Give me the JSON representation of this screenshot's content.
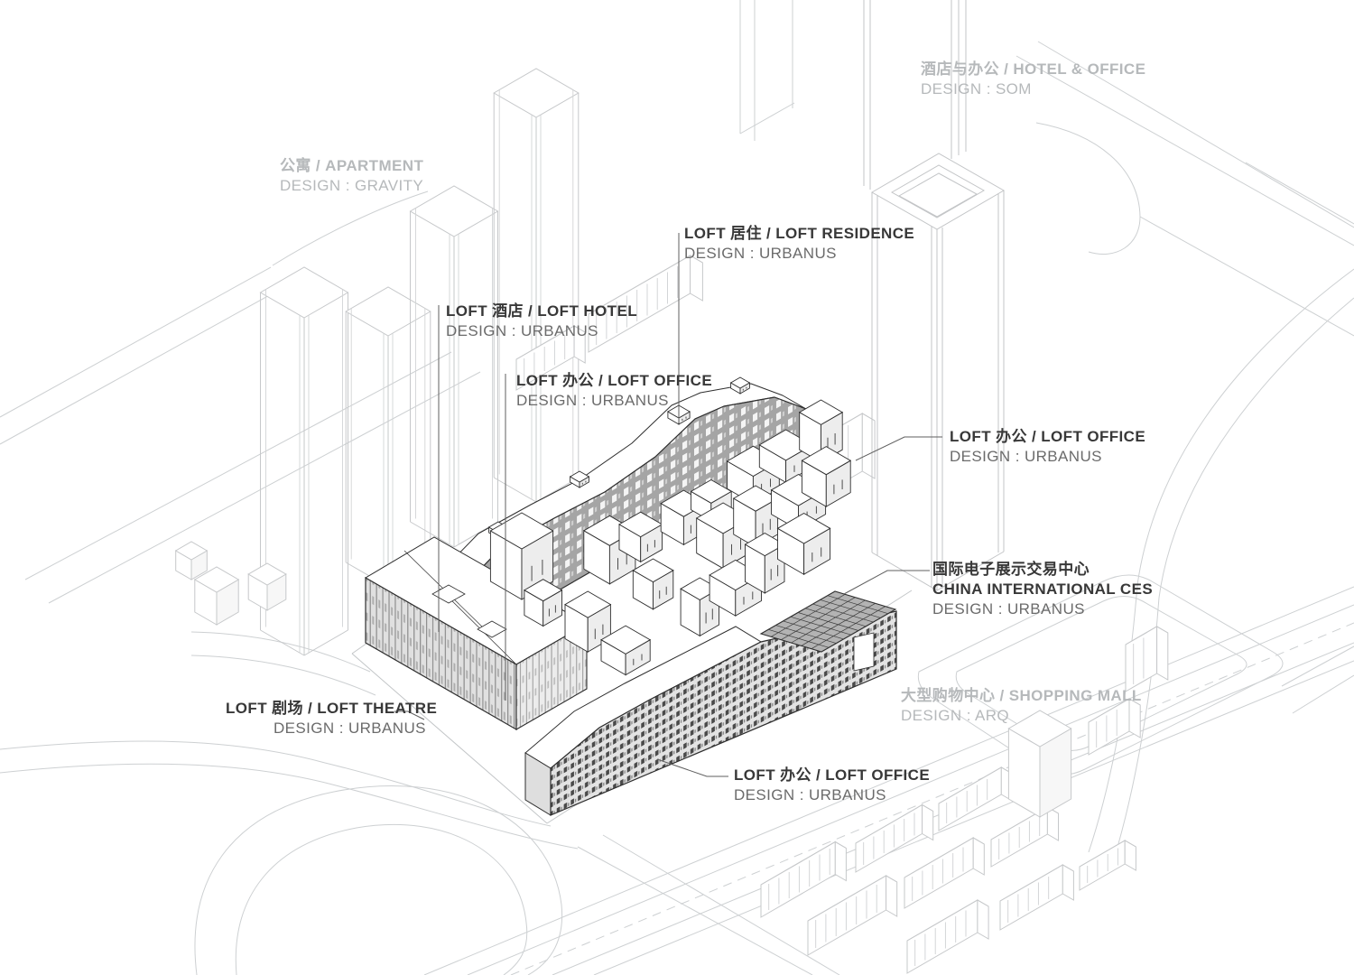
{
  "labels": {
    "apartment": {
      "line1": "公寓 / APARTMENT",
      "line2": "DESIGN : GRAVITY"
    },
    "hotel_office": {
      "line1": "酒店与办公 / HOTEL & OFFICE",
      "line2": "DESIGN : SOM"
    },
    "loft_residence": {
      "line1": "LOFT 居住 / LOFT RESIDENCE",
      "line2": "DESIGN : URBANUS"
    },
    "loft_hotel": {
      "line1": "LOFT 酒店 / LOFT HOTEL",
      "line2": "DESIGN : URBANUS"
    },
    "loft_office_upper": {
      "line1": "LOFT 办公 / LOFT OFFICE",
      "line2": "DESIGN : URBANUS"
    },
    "loft_office_right": {
      "line1": "LOFT 办公 / LOFT OFFICE",
      "line2": "DESIGN : URBANUS"
    },
    "ces": {
      "line1": "国际电子展示交易中心",
      "line2": "CHINA INTERNATIONAL CES",
      "line3": "DESIGN : URBANUS"
    },
    "shopping_mall": {
      "line1": "大型购物中心 / SHOPPING MALL",
      "line2": "DESIGN : ARQ"
    },
    "loft_theatre": {
      "line1": "LOFT 剧场 / LOFT THEATRE",
      "line2": "DESIGN : URBANUS"
    },
    "loft_office_bottom": {
      "line1": "LOFT 办公 / LOFT OFFICE",
      "line2": "DESIGN : URBANUS"
    }
  },
  "colors": {
    "context_line": "#c8cacc",
    "dark_line": "#2e2e2e",
    "slab_fill": "#a5a5a5",
    "grid_roof_fill": "#b3b3b3",
    "muted_label": "#b6b9bb",
    "dark_label": "#383838",
    "sub_label": "#6b6b6b",
    "leader_line": "#5f5f5f",
    "background": "#ffffff"
  }
}
